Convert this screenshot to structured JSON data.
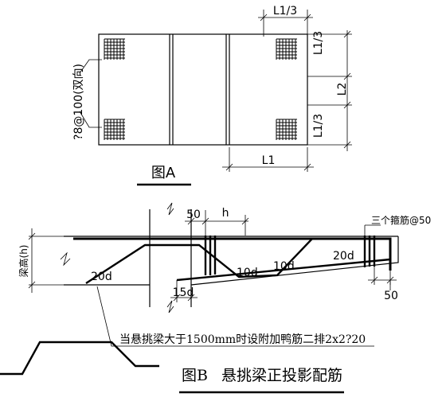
{
  "figA": {
    "title": "图A",
    "rebar_label": "?8@100(双向)",
    "dim_top": "L1/3",
    "dim_right_top": "L1/3",
    "dim_right_mid": "L2",
    "dim_right_bot": "L1/3",
    "dim_bottom": "L1"
  },
  "figB": {
    "title_letter": "图B",
    "title_text": "悬挑梁正投影配筋",
    "dim_50_top": "50",
    "dim_h": "h",
    "stirrup_note": "三个箍筋@50",
    "beam_height": "梁高(h)",
    "lap_20d_left": "20d",
    "lap_20d_right": "20d",
    "lap_10d_1": "10d",
    "lap_10d_2": "10d",
    "dim_15d": "15d",
    "dim_50_bottom": "50",
    "note": "当悬挑梁大于1500mm时设附加鸭筋二排2x2?20"
  }
}
